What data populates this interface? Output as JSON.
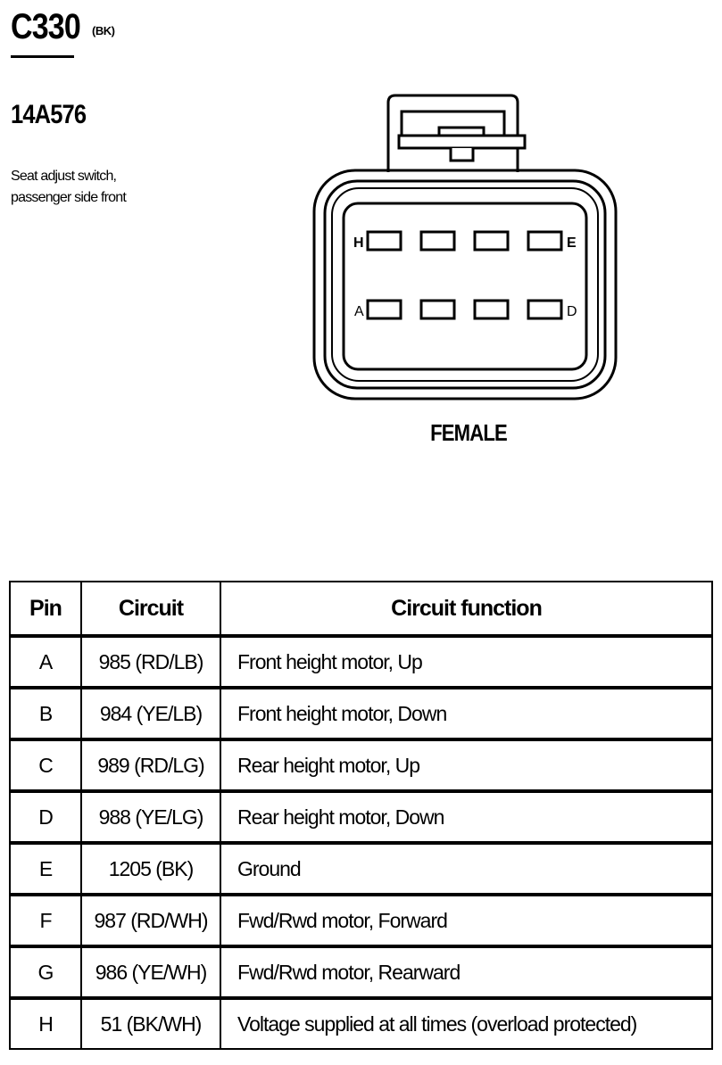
{
  "connector": {
    "id": "C330",
    "color": "(BK)",
    "part_number": "14A576",
    "description_lines": [
      "Seat adjust switch,",
      "passenger side front"
    ],
    "gender": "FEMALE",
    "pin_labels": {
      "top_left": "H",
      "top_right": "E",
      "bottom_left": "A",
      "bottom_right": "D"
    }
  },
  "table": {
    "headers": {
      "pin": "Pin",
      "circuit": "Circuit",
      "function": "Circuit function"
    },
    "rows": [
      {
        "pin": "A",
        "circuit": "985 (RD/LB)",
        "function": "Front height motor, Up"
      },
      {
        "pin": "B",
        "circuit": "984 (YE/LB)",
        "function": "Front height motor, Down"
      },
      {
        "pin": "C",
        "circuit": "989 (RD/LG)",
        "function": "Rear height motor, Up"
      },
      {
        "pin": "D",
        "circuit": "988 (YE/LG)",
        "function": "Rear height motor, Down"
      },
      {
        "pin": "E",
        "circuit": "1205 (BK)",
        "function": "Ground"
      },
      {
        "pin": "F",
        "circuit": "987 (RD/WH)",
        "function": "Fwd/Rwd motor, Forward"
      },
      {
        "pin": "G",
        "circuit": "986 (YE/WH)",
        "function": "Fwd/Rwd motor, Rearward"
      },
      {
        "pin": "H",
        "circuit": "51 (BK/WH)",
        "function": "Voltage supplied at all times (overload protected)"
      }
    ]
  }
}
